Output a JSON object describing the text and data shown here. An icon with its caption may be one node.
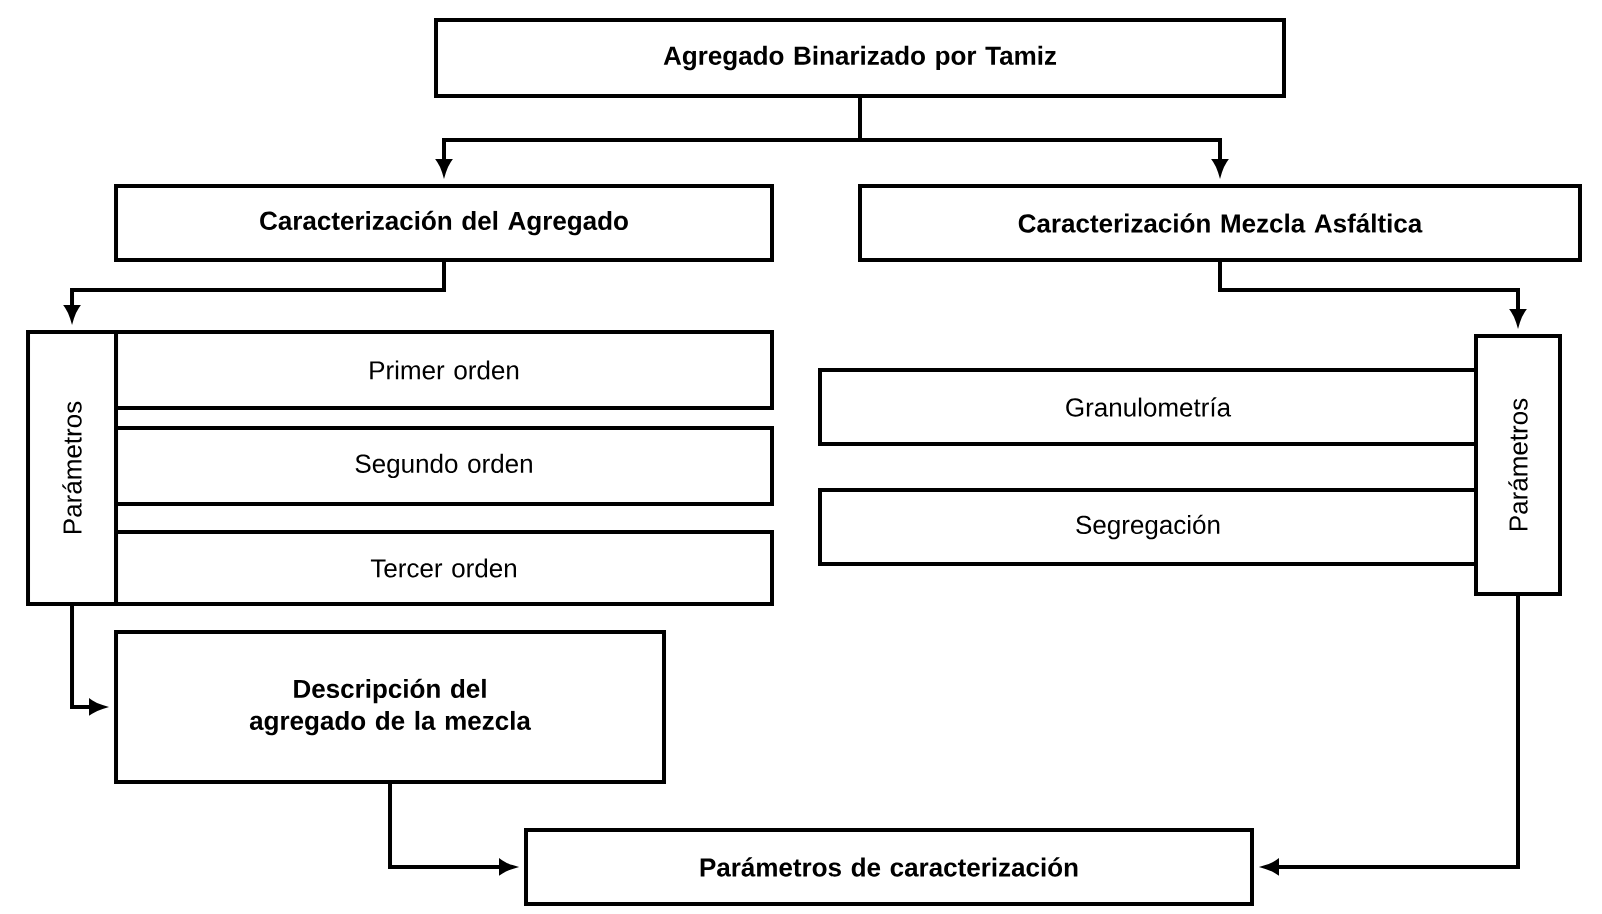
{
  "diagram": {
    "nodes": [
      {
        "text": [
          "Agregado Binarizado por Tamiz"
        ]
      },
      {
        "text": [
          "Caracterización del Agregado"
        ]
      },
      {
        "text": [
          "Caracterización Mezcla Asfáltica"
        ]
      },
      {
        "text": [
          "Parámetros"
        ]
      },
      {
        "text": [
          "Primer orden"
        ]
      },
      {
        "text": [
          "Segundo orden"
        ]
      },
      {
        "text": [
          "Tercer orden"
        ]
      },
      {
        "text": [
          "Granulometría"
        ]
      },
      {
        "text": [
          "Parámetros"
        ]
      },
      {
        "text": [
          "Segregación"
        ]
      },
      {
        "text": [
          "Descripción del agregado de la mezcla"
        ]
      },
      {
        "text": [
          "Parámetros de caracterización"
        ]
      }
    ],
    "edges": [
      {
        "from": 0,
        "to": 1,
        "arrow": "to"
      },
      {
        "from": 0,
        "to": 2,
        "arrow": "to"
      },
      {
        "from": 1,
        "to": 3,
        "arrow": "to"
      },
      {
        "from": 2,
        "to": 8,
        "arrow": "to"
      },
      {
        "from": 3,
        "to": 10,
        "arrow": "to"
      },
      {
        "from": 10,
        "to": 11,
        "arrow": "to"
      },
      {
        "from": 8,
        "to": 11,
        "arrow": "to"
      }
    ]
  }
}
